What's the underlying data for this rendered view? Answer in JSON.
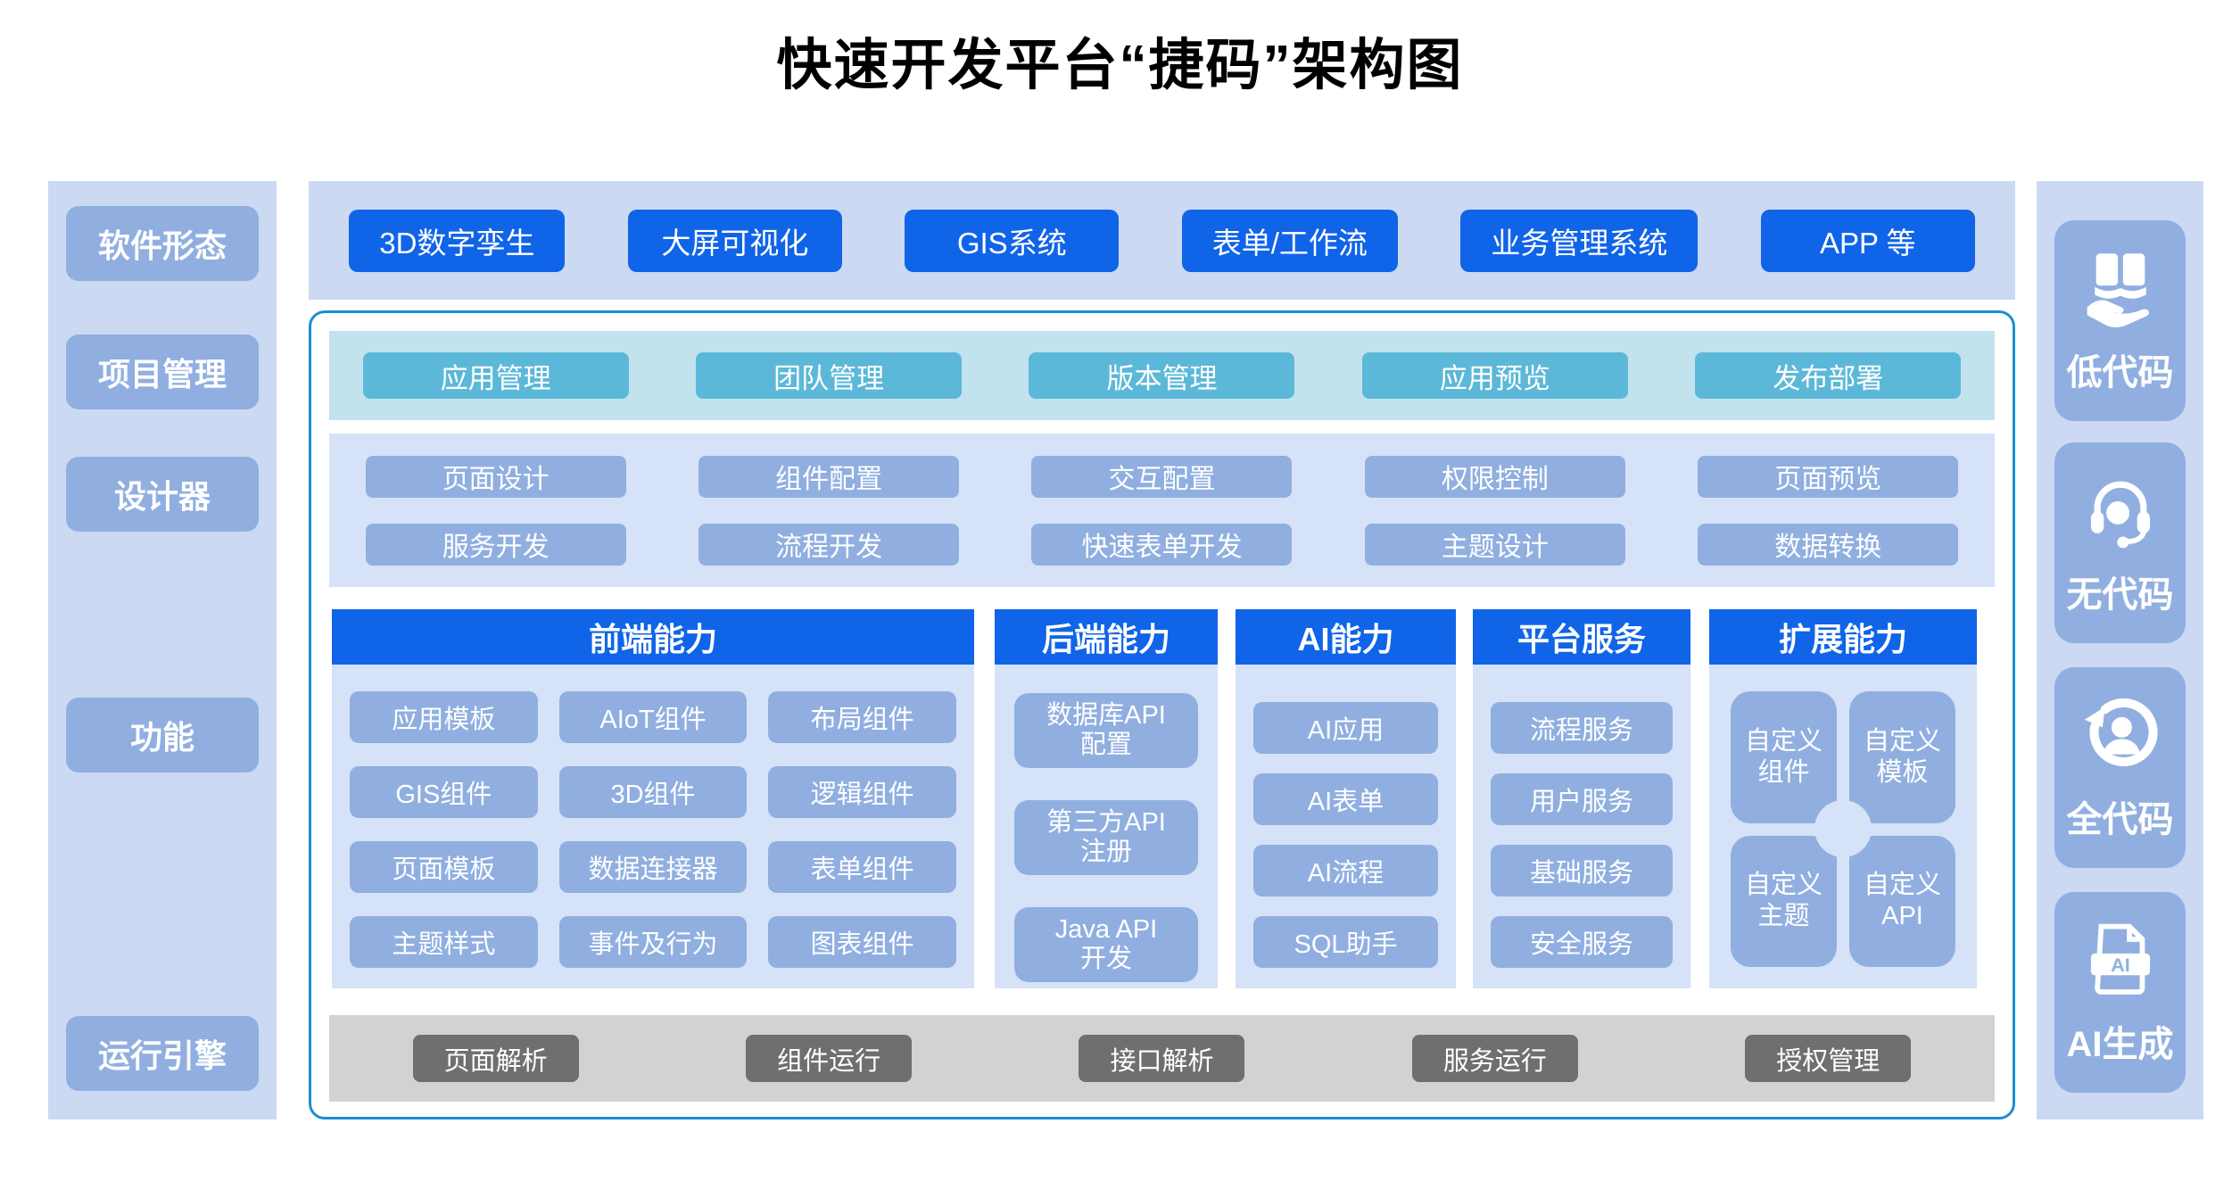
{
  "title": "快速开发平台“捷码”架构图",
  "left_sidebar": {
    "items": [
      {
        "label": "软件形态"
      },
      {
        "label": "项目管理"
      },
      {
        "label": "设计器"
      },
      {
        "label": "功能"
      },
      {
        "label": "运行引擎"
      }
    ]
  },
  "top_row": {
    "items": [
      {
        "label": "3D数字孪生"
      },
      {
        "label": "大屏可视化"
      },
      {
        "label": "GIS系统"
      },
      {
        "label": "表单/工作流"
      },
      {
        "label": "业务管理系统"
      },
      {
        "label": "APP 等"
      }
    ]
  },
  "project_row": {
    "items": [
      {
        "label": "应用管理"
      },
      {
        "label": "团队管理"
      },
      {
        "label": "版本管理"
      },
      {
        "label": "应用预览"
      },
      {
        "label": "发布部署"
      }
    ]
  },
  "designer": {
    "row1": [
      {
        "label": "页面设计"
      },
      {
        "label": "组件配置"
      },
      {
        "label": "交互配置"
      },
      {
        "label": "权限控制"
      },
      {
        "label": "页面预览"
      }
    ],
    "row2": [
      {
        "label": "服务开发"
      },
      {
        "label": "流程开发"
      },
      {
        "label": "快速表单开发"
      },
      {
        "label": "主题设计"
      },
      {
        "label": "数据转换"
      }
    ]
  },
  "capabilities": {
    "frontend": {
      "header": "前端能力",
      "items": [
        {
          "label": "应用模板"
        },
        {
          "label": "AIoT组件"
        },
        {
          "label": "布局组件"
        },
        {
          "label": "GIS组件"
        },
        {
          "label": "3D组件"
        },
        {
          "label": "逻辑组件"
        },
        {
          "label": "页面模板"
        },
        {
          "label": "数据连接器"
        },
        {
          "label": "表单组件"
        },
        {
          "label": "主题样式"
        },
        {
          "label": "事件及行为"
        },
        {
          "label": "图表组件"
        }
      ]
    },
    "backend": {
      "header": "后端能力",
      "items": [
        {
          "line1": "数据库API",
          "line2": "配置"
        },
        {
          "line1": "第三方API",
          "line2": "注册"
        },
        {
          "line1": "Java API",
          "line2": "开发"
        }
      ]
    },
    "ai": {
      "header": "AI能力",
      "items": [
        {
          "label": "AI应用"
        },
        {
          "label": "AI表单"
        },
        {
          "label": "AI流程"
        },
        {
          "label": "SQL助手"
        }
      ]
    },
    "platform": {
      "header": "平台服务",
      "items": [
        {
          "label": "流程服务"
        },
        {
          "label": "用户服务"
        },
        {
          "label": "基础服务"
        },
        {
          "label": "安全服务"
        }
      ]
    },
    "extension": {
      "header": "扩展能力",
      "items": [
        {
          "line1": "自定义",
          "line2": "组件"
        },
        {
          "line1": "自定义",
          "line2": "模板"
        },
        {
          "line1": "自定义",
          "line2": "主题"
        },
        {
          "line1": "自定义",
          "line2": "API"
        }
      ]
    }
  },
  "runtime_row": {
    "items": [
      {
        "label": "页面解析"
      },
      {
        "label": "组件运行"
      },
      {
        "label": "接口解析"
      },
      {
        "label": "服务运行"
      },
      {
        "label": "授权管理"
      }
    ]
  },
  "right_sidebar": {
    "items": [
      {
        "label": "低代码",
        "icon": "book-on-hand-icon"
      },
      {
        "label": "无代码",
        "icon": "headset-icon"
      },
      {
        "label": "全代码",
        "icon": "person-refresh-icon"
      },
      {
        "label": "AI生成",
        "icon": "ai-file-icon",
        "icon_text": "AI"
      }
    ]
  },
  "colors": {
    "accent_blue": "#1064E8",
    "panel_blue": "#CBD9F2",
    "inner_panel_blue": "#D6E2F7",
    "tile_blue": "#90AFE0",
    "teal_panel": "#C2E2EE",
    "teal_button": "#5CB8D8",
    "border_blue": "#1B8FD2",
    "gray_panel": "#D2D2D2",
    "gray_button": "#6F6F6F"
  }
}
